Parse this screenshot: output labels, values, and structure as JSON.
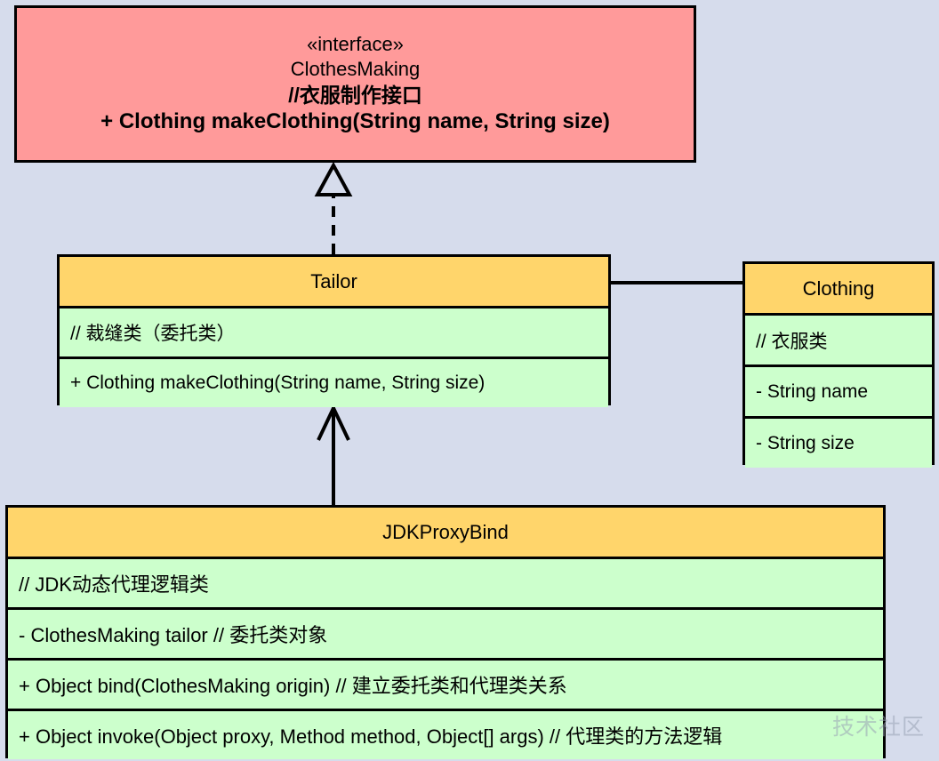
{
  "diagram": {
    "title": "JDK Dynamic Proxy UML Class Diagram",
    "background_color": "#d6dcec",
    "colors": {
      "interface_fill": "#ff9a9a",
      "class_header_fill": "#ffd56b",
      "class_body_fill": "#ccffcc",
      "border": "#000000"
    }
  },
  "interface_box": {
    "stereotype": "«interface»",
    "name": "ClothesMaking",
    "comment": "//衣服制作接口",
    "method": "+ Clothing makeClothing(String name, String size)"
  },
  "tailor_box": {
    "name": "Tailor",
    "rows": [
      "// 裁缝类（委托类）",
      "+ Clothing makeClothing(String name, String size)"
    ]
  },
  "clothing_box": {
    "name": "Clothing",
    "rows": [
      "// 衣服类",
      "- String name",
      "- String size"
    ]
  },
  "jdkproxybind_box": {
    "name": "JDKProxyBind",
    "rows": [
      "// JDK动态代理逻辑类",
      "- ClothesMaking tailor // 委托类对象",
      "+ Object bind(ClothesMaking origin) // 建立委托类和代理类关系",
      "+ Object invoke(Object proxy, Method method, Object[] args) // 代理类的方法逻辑"
    ]
  },
  "connectors": [
    {
      "name": "realization-tailor-to-clothesmaking",
      "type": "realization",
      "style": "dashed",
      "arrowhead": "hollow-triangle",
      "from": "Tailor",
      "to": "ClothesMaking"
    },
    {
      "name": "generalization-jdkproxybind-to-tailor",
      "type": "association",
      "style": "solid",
      "arrowhead": "open-arrow",
      "from": "JDKProxyBind",
      "to": "Tailor"
    },
    {
      "name": "association-tailor-to-clothing",
      "type": "association",
      "style": "solid",
      "arrowhead": "none",
      "from": "Tailor",
      "to": "Clothing"
    }
  ],
  "watermark": {
    "text": "技术社区"
  }
}
